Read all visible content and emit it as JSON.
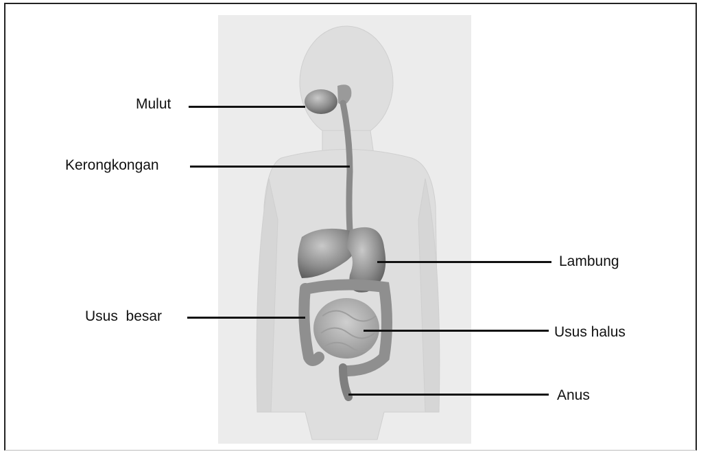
{
  "labels": {
    "mulut": "Mulut",
    "kerongkongan": "Kerongkongan",
    "usus_besar": "Usus  besar",
    "lambung": "Lambung",
    "usus_halus": "Usus halus",
    "anus": "Anus"
  },
  "colors": {
    "panel": "#ececec",
    "body_silhouette": "#dcdcdc",
    "organs": "#8a8a8a",
    "leader_lines": "#111111"
  }
}
